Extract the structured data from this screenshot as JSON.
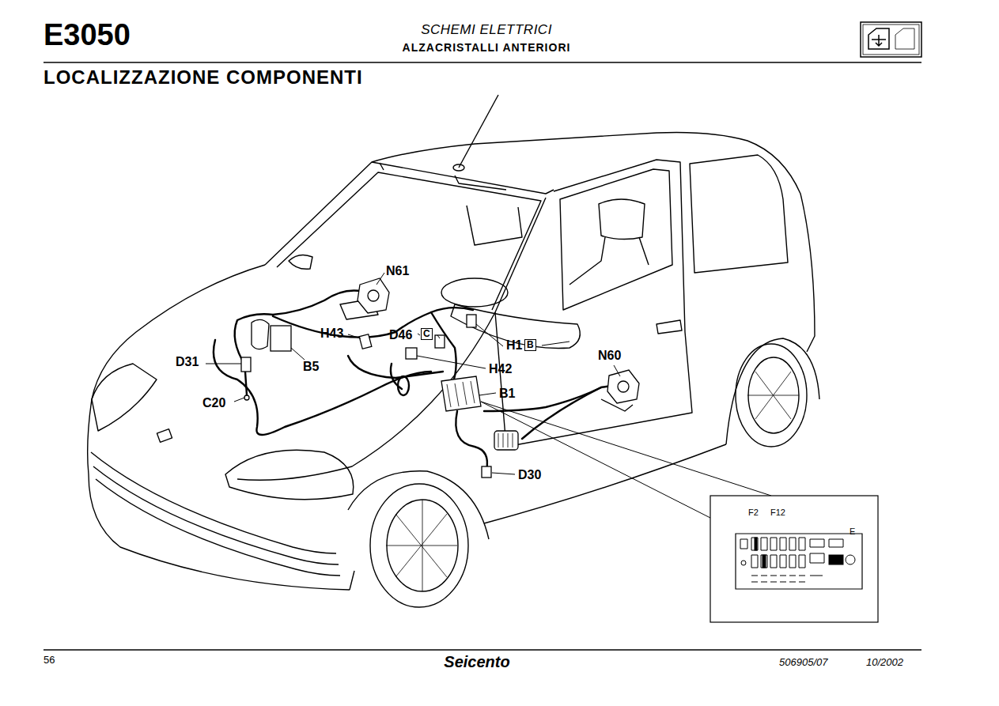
{
  "diagram": {
    "title": "LOCALIZZAZIONE COMPONENTI",
    "nodes": [
      {
        "text": [
          "C"
        ]
      },
      {
        "text": [
          "B"
        ]
      }
    ],
    "labels": [
      "E3050",
      "SCHEMI ELETTRICI",
      "ALZACRISTALLI ANTERIORI",
      "N61",
      "H43",
      "D46",
      "H1",
      "D31",
      "B5",
      "H42",
      "N60",
      "B1",
      "C20",
      "D30",
      "F2",
      "F12",
      "E",
      "56",
      "Seicento",
      "506905/07",
      "10/2002"
    ]
  }
}
